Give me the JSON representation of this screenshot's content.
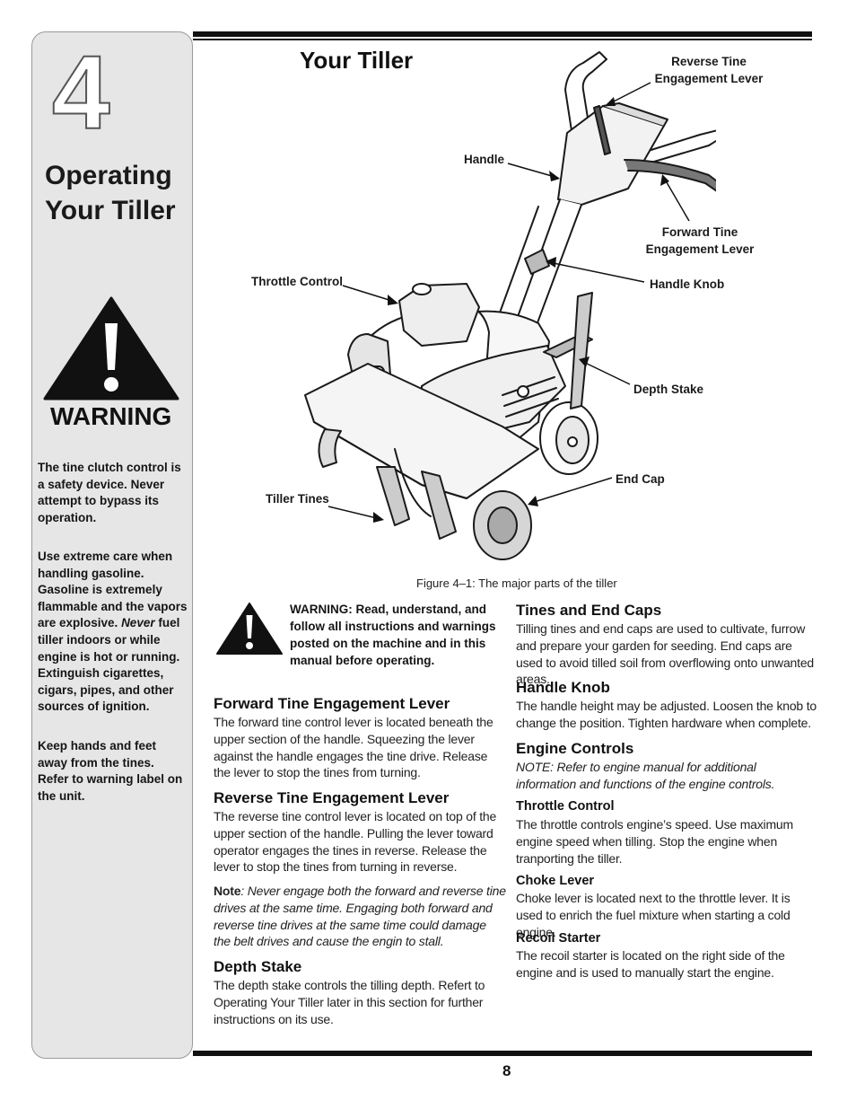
{
  "chapter": {
    "number": "4",
    "title_line1": "Operating",
    "title_line2": "Your Tiller"
  },
  "sidebar": {
    "warning_label": "WARNING",
    "notes": [
      "The tine clutch control is a safety device. Never attempt to bypass its operation.",
      "Use extreme care when handling gasoline. Gasoline is extremely flammable and the vapors are explosive. Never fuel tiller indoors or while engine is hot or running. Extinguish cigarettes, cigars, pipes, and other sources of ignition.",
      "Keep hands and feet away from the tines. Refer to warning label on the unit."
    ],
    "note2_before": "Use extreme care when handling gasoline. Gasoline is extremely flammable and the vapors are explosive. ",
    "note2_em": "Never",
    "note2_after": " fuel tiller indoors or while engine is hot or running. Extinguish cigarettes, cigars, pipes, and other sources of ignition."
  },
  "page_title": "Your Tiller",
  "figure": {
    "labels": {
      "reverse_lever": "Reverse Tine Engagement Lever",
      "reverse_lever_l1": "Reverse Tine",
      "reverse_lever_l2": "Engagement Lever",
      "handle": "Handle",
      "forward_lever_l1": "Forward Tine",
      "forward_lever_l2": "Engagement Lever",
      "throttle_control": "Throttle Control",
      "handle_knob": "Handle Knob",
      "depth_stake": "Depth Stake",
      "end_cap": "End Cap",
      "tiller_tines": "Tiller Tines"
    },
    "caption": "Figure 4–1: The major parts of the tiller"
  },
  "warning_box": "WARNING: Read, understand, and follow all instructions and warnings posted on the machine and in this manual before operating.",
  "sections": {
    "forward": {
      "heading": "Forward Tine Engagement Lever",
      "body": "The forward tine control lever is located beneath the upper section of the handle. Squeezing the lever against the handle engages the tine drive. Release the lever to stop the tines from turning."
    },
    "reverse": {
      "heading": "Reverse Tine Engagement Lever",
      "body": "The reverse tine control lever is located on top of the upper section of the handle. Pulling the lever toward operator engages the tines in reverse. Release the lever to stop the tines from turning in reverse."
    },
    "note": {
      "label": "Note",
      "body": ": Never engage both the forward and reverse tine drives at the same time. Engaging both forward and reverse tine drives at the same time could damage the belt drives and cause the engin to stall."
    },
    "depth": {
      "heading": "Depth Stake",
      "body": "The depth stake controls the tilling depth. Refert to Operating Your Tiller later in this section for further instructions on its use."
    },
    "tines": {
      "heading": "Tines and End Caps",
      "body": "Tilling tines and end caps are used to cultivate, furrow and prepare your garden for seeding. End caps are used to avoid tilled soil from overflowing onto unwanted areas."
    },
    "knob": {
      "heading": "Handle Knob",
      "body": "The handle height may be adjusted. Loosen the knob to change the position. Tighten hardware when complete."
    },
    "engine": {
      "heading": "Engine Controls",
      "note": "NOTE: Refer to engine manual for additional information and functions of the engine controls."
    },
    "throttle": {
      "heading": "Throttle Control",
      "body": "The throttle controls engine’s speed. Use maximum engine speed when tilling. Stop the engine when tranporting the tiller."
    },
    "choke": {
      "heading": "Choke Lever",
      "body": "Choke lever is located next to the throttle lever. It is used to enrich the fuel mixture when starting a cold engine."
    },
    "recoil": {
      "heading": "Recoil Starter",
      "body": "The recoil starter is located on the right side of the engine and is used to manually start the engine."
    }
  },
  "page_number": "8",
  "colors": {
    "sidebar_bg": "#e6e6e6",
    "rule": "#111111"
  }
}
